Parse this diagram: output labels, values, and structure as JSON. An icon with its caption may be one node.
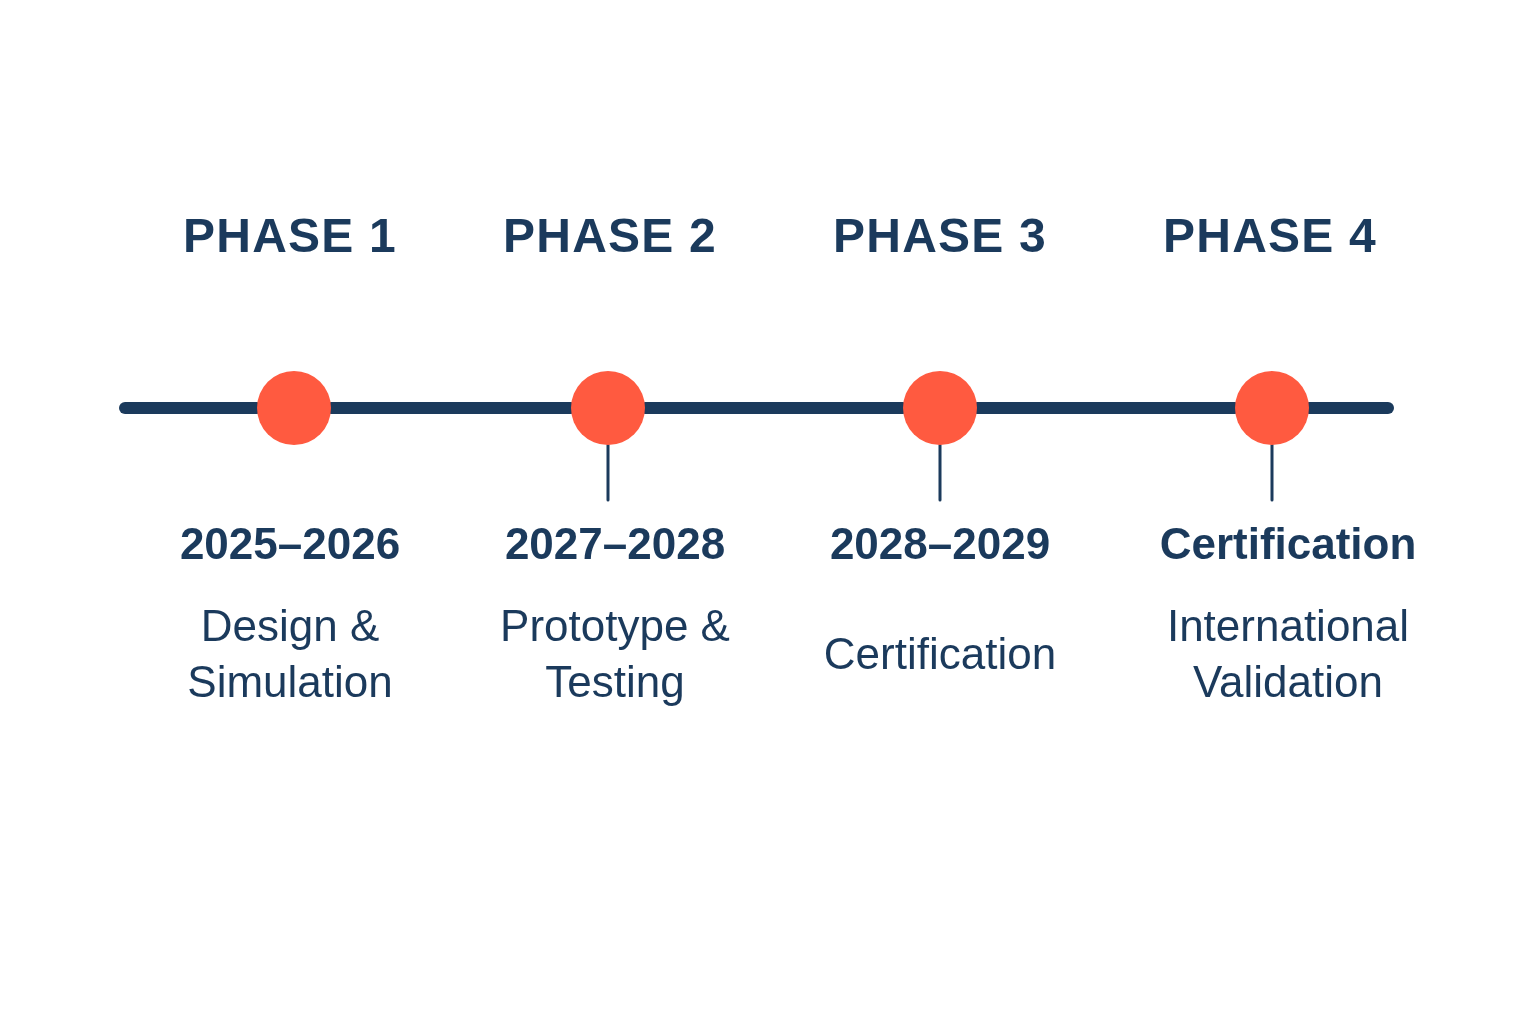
{
  "diagram": {
    "nodes": [
      {
        "text": [],
        "shape": "circle"
      },
      {
        "text": [],
        "shape": "circle"
      },
      {
        "text": [],
        "shape": "circle"
      },
      {
        "text": [],
        "shape": "circle"
      },
      {
        "text": [
          "2025–2026",
          "Design & Simulation"
        ]
      },
      {
        "text": [
          "2027–2028",
          "Prototype & Testing"
        ]
      },
      {
        "text": [
          "2028–2029",
          "Certification"
        ]
      },
      {
        "text": [
          "Certification",
          "International Validation"
        ]
      }
    ],
    "edges": [
      {
        "from": null,
        "to": 0,
        "arrow": "none"
      },
      {
        "from": 0,
        "to": 1,
        "arrow": "none"
      },
      {
        "from": 1,
        "to": 2,
        "arrow": "none"
      },
      {
        "from": 2,
        "to": 3,
        "arrow": "none"
      },
      {
        "from": 3,
        "to": null,
        "arrow": "none"
      },
      {
        "from": 1,
        "to": 5,
        "arrow": "none"
      },
      {
        "from": 2,
        "to": 6,
        "arrow": "none"
      },
      {
        "from": 3,
        "to": 7,
        "arrow": "none"
      }
    ],
    "labels": [
      "PHASE 1",
      "PHASE 2",
      "PHASE 3",
      "PHASE 4"
    ]
  }
}
